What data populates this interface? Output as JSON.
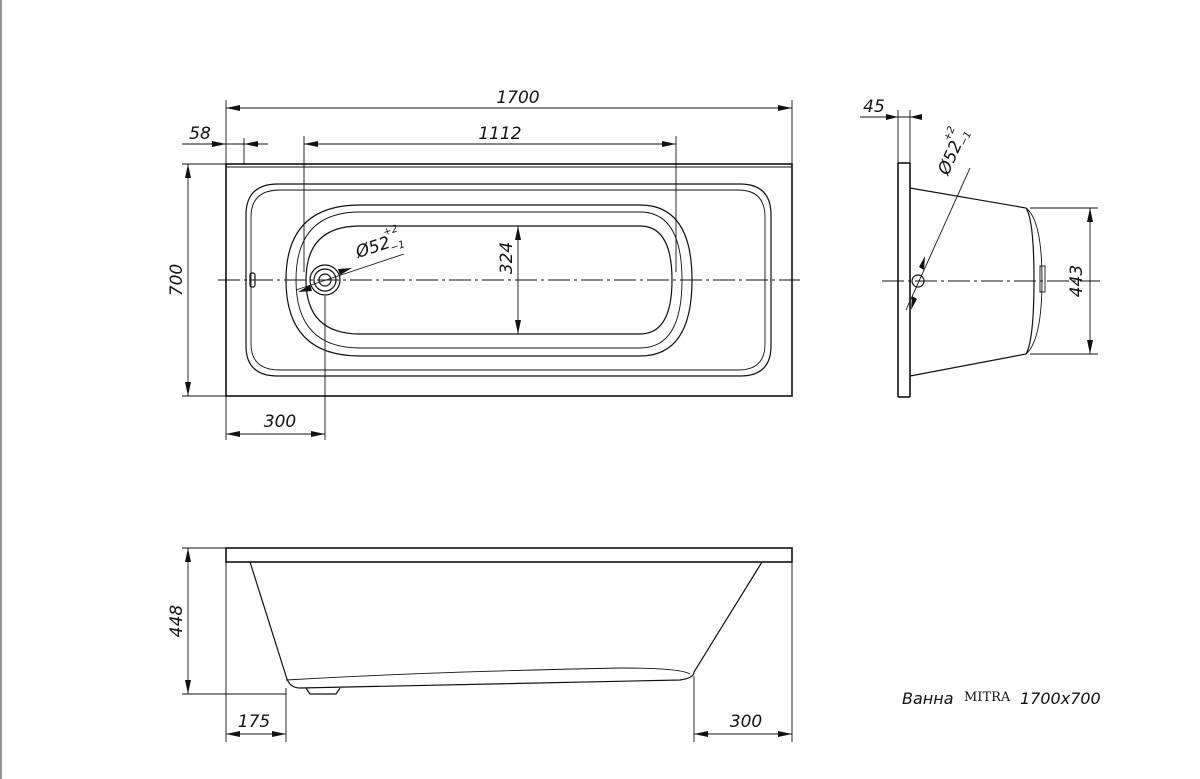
{
  "drawing": {
    "title_prefix": "Ванна",
    "title_brand": "MITRA",
    "title_size": "1700x700"
  },
  "top_view": {
    "dim_total_length": "1700",
    "dim_overflow_offset": "58",
    "dim_inner_bottom_length": "1112",
    "dim_width": "700",
    "dim_inner_width": "324",
    "dim_drain_offset": "300",
    "drain_diameter": "Ø52",
    "drain_tol_upper": "+2",
    "drain_tol_lower": "−1"
  },
  "side_view": {
    "dim_rim": "45",
    "dim_depth_profile": "443",
    "drain_diameter": "Ø52",
    "drain_tol_upper": "+2",
    "drain_tol_lower": "−1"
  },
  "front_view": {
    "dim_height": "448",
    "dim_left_offset": "175",
    "dim_right_offset": "300"
  }
}
